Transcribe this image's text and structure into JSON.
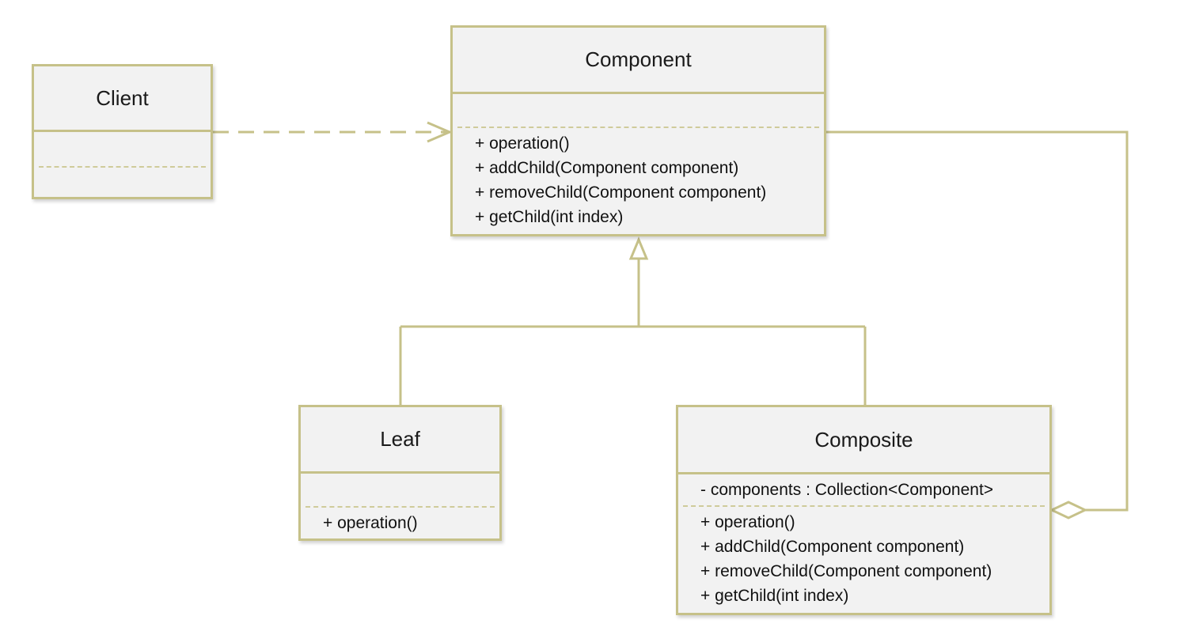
{
  "colors": {
    "stroke": "#c6c189",
    "box_fill": "#f2f2f2",
    "text": "#111111"
  },
  "classes": {
    "client": {
      "name": "Client"
    },
    "component": {
      "name": "Component",
      "methods": [
        "+ operation()",
        "+ addChild(Component component)",
        "+ removeChild(Component component)",
        "+ getChild(int index)"
      ]
    },
    "leaf": {
      "name": "Leaf",
      "methods": [
        "+ operation()"
      ]
    },
    "composite": {
      "name": "Composite",
      "attributes": [
        "- components : Collection<Component>"
      ],
      "methods": [
        "+ operation()",
        "+ addChild(Component component)",
        "+ removeChild(Component component)",
        "+ getChild(int index)"
      ]
    }
  },
  "relations": [
    {
      "type": "dependency",
      "from": "Client",
      "to": "Component"
    },
    {
      "type": "generalization",
      "from": "Leaf",
      "to": "Component"
    },
    {
      "type": "generalization",
      "from": "Composite",
      "to": "Component"
    },
    {
      "type": "aggregation",
      "from": "Composite",
      "to": "Component"
    }
  ]
}
